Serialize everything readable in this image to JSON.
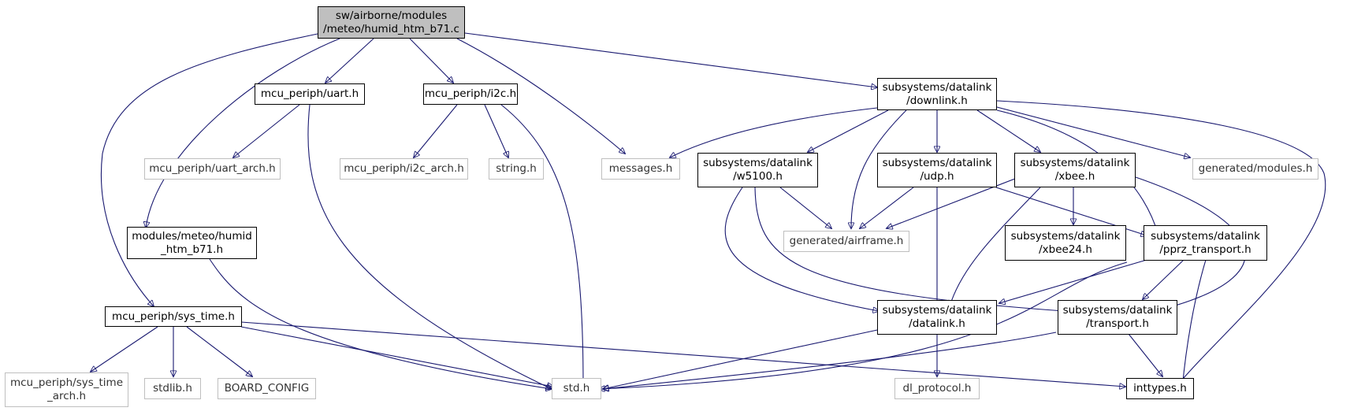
{
  "graph_title": "",
  "colors": {
    "edge": "#191970",
    "node_border": "#000000",
    "external_border": "#bfbfbf",
    "root_fill": "#bfbfbf",
    "background": "#ffffff"
  },
  "nodes": {
    "root": "sw/airborne/modules\n/meteo/humid_htm_b71.c",
    "uart_h": "mcu_periph/uart.h",
    "i2c_h": "mcu_periph/i2c.h",
    "downlink_h": "subsystems/datalink\n/downlink.h",
    "uart_arch_h": "mcu_periph/uart_arch.h",
    "i2c_arch_h": "mcu_periph/i2c_arch.h",
    "string_h": "string.h",
    "messages_h": "messages.h",
    "w5100_h": "subsystems/datalink\n/w5100.h",
    "udp_h": "subsystems/datalink\n/udp.h",
    "xbee_h": "subsystems/datalink\n/xbee.h",
    "generated_modules_h": "generated/modules.h",
    "humid_htm_b71_h": "modules/meteo/humid\n_htm_b71.h",
    "generated_airframe_h": "generated/airframe.h",
    "xbee24_h": "subsystems/datalink\n/xbee24.h",
    "pprz_transport_h": "subsystems/datalink\n/pprz_transport.h",
    "sys_time_h": "mcu_periph/sys_time.h",
    "datalink_h": "subsystems/datalink\n/datalink.h",
    "transport_h": "subsystems/datalink\n/transport.h",
    "sys_time_arch_h": "mcu_periph/sys_time\n_arch.h",
    "stdlib_h": "stdlib.h",
    "board_config": "BOARD_CONFIG",
    "std_h": "std.h",
    "dl_protocol_h": "dl_protocol.h",
    "inttypes_h": "inttypes.h"
  }
}
